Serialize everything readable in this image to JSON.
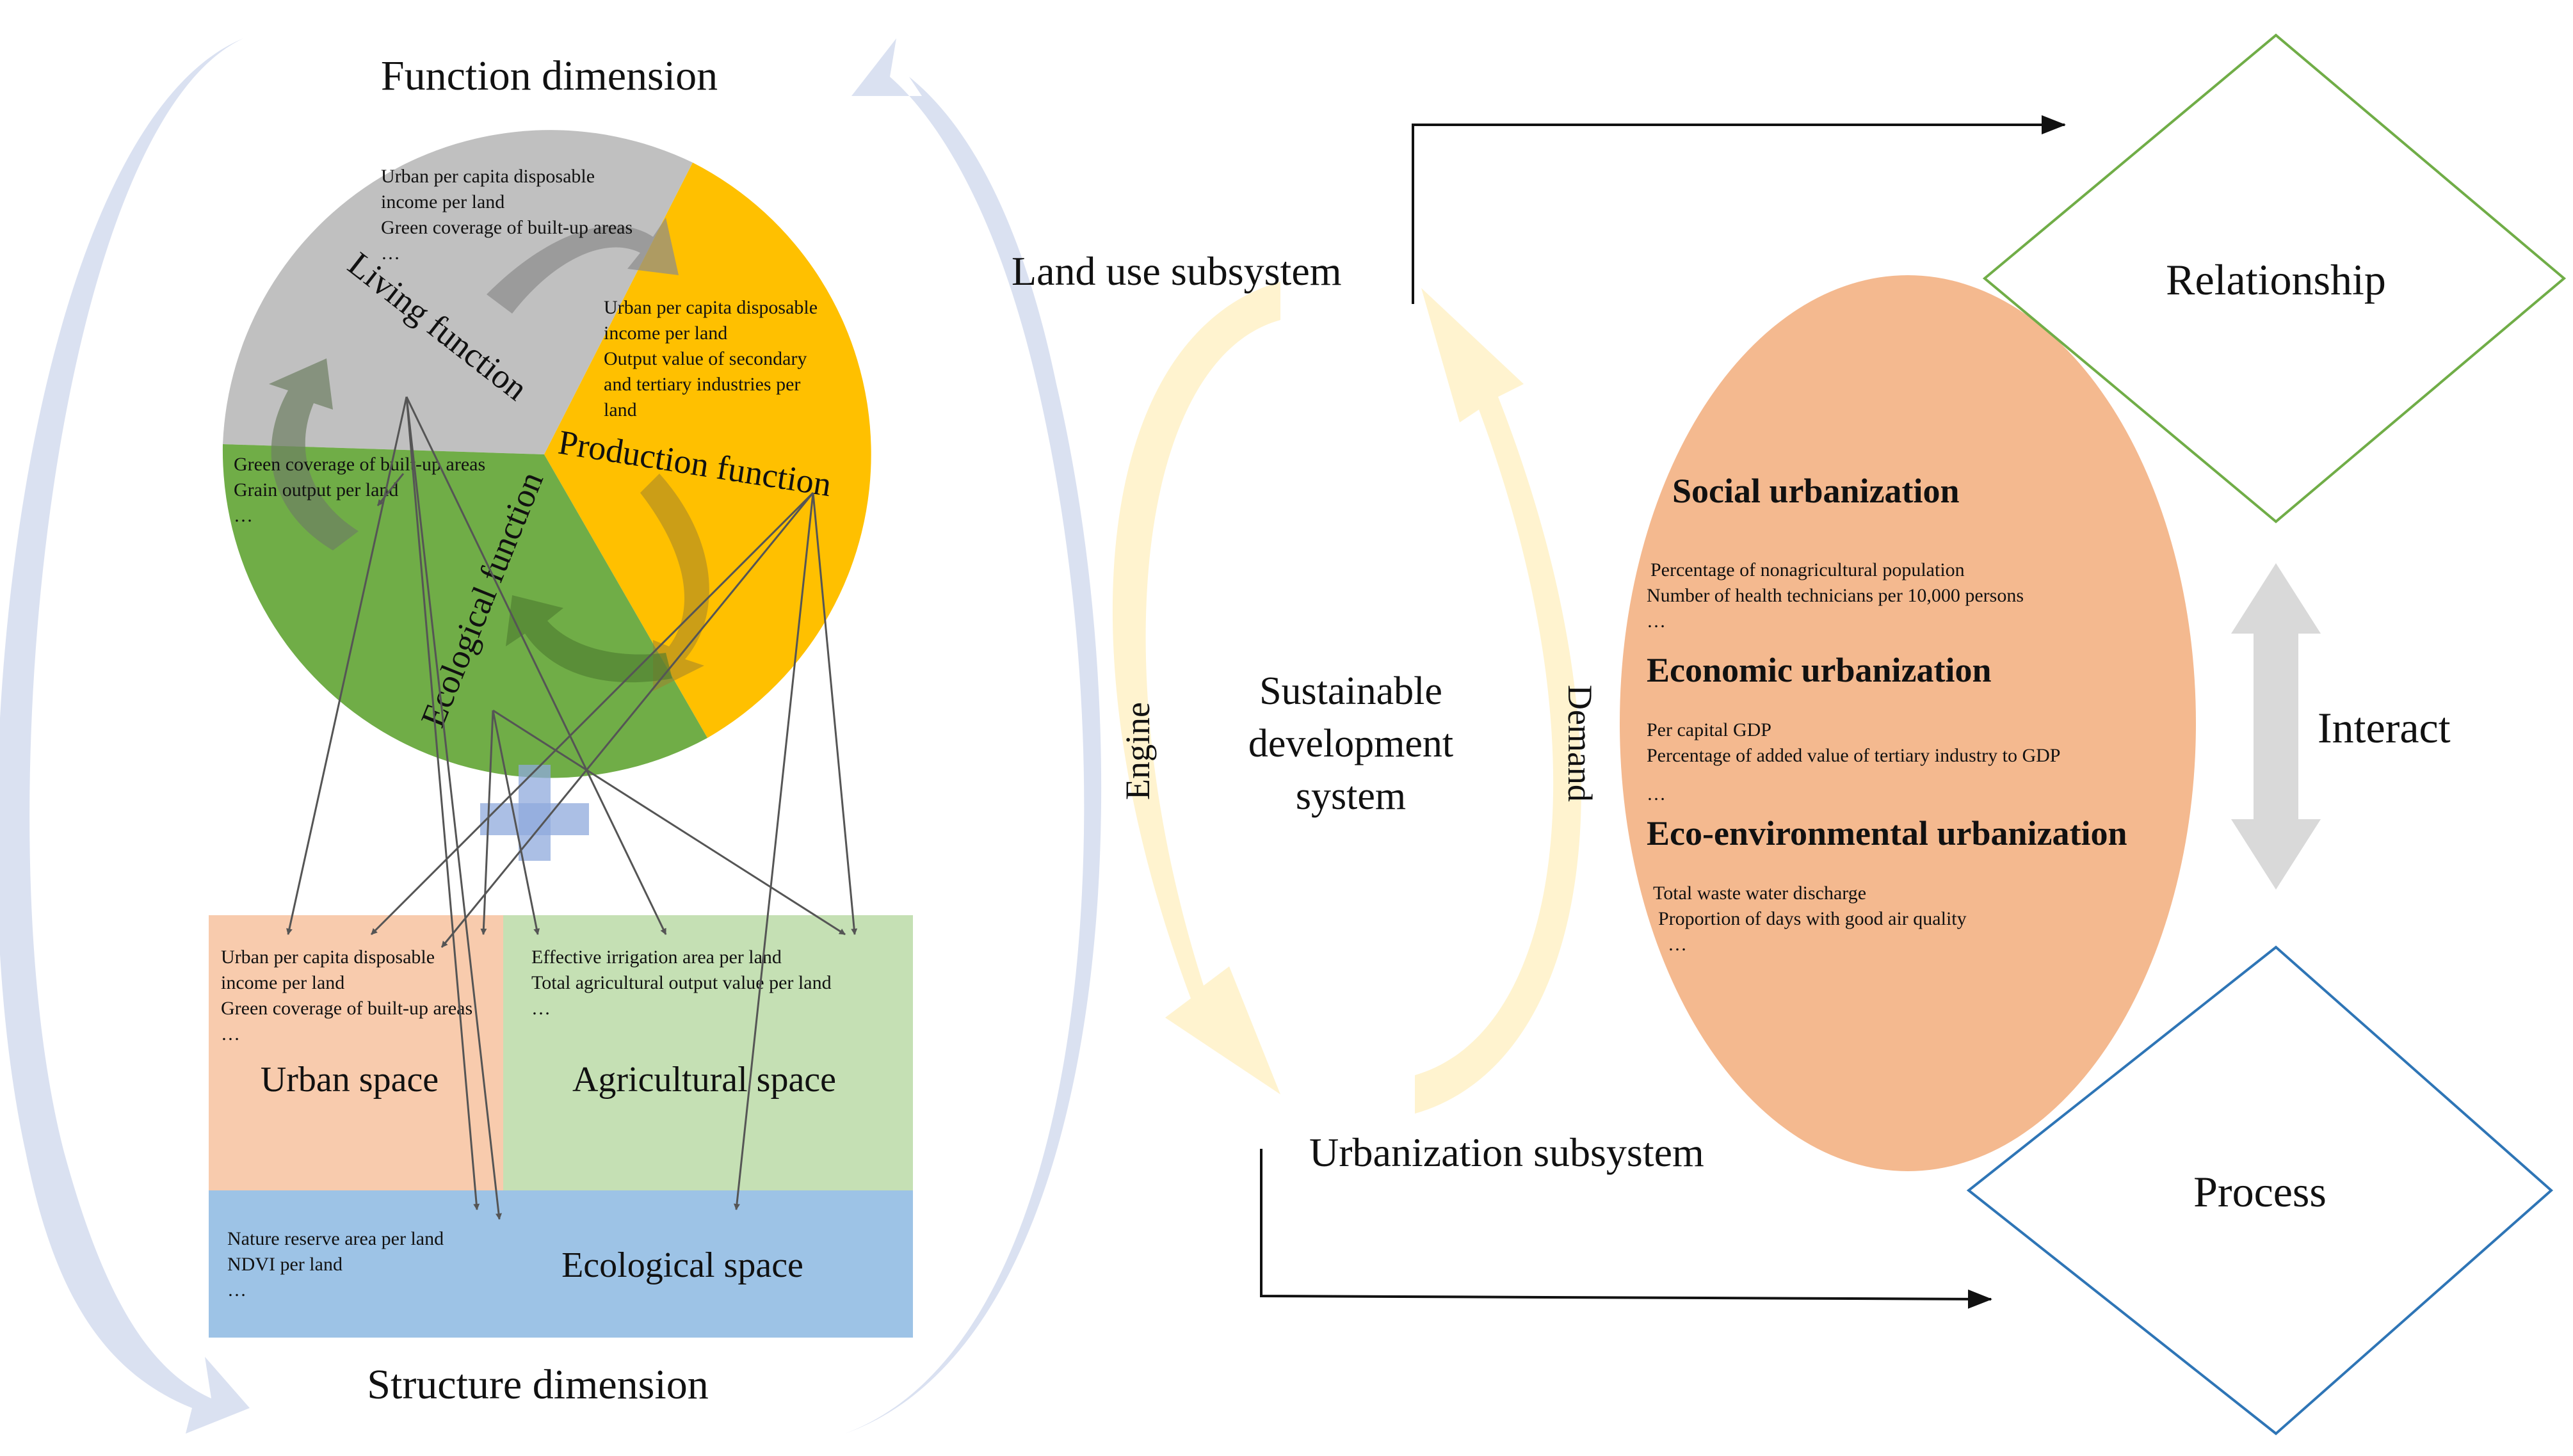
{
  "left": {
    "function_dimension": "Function dimension",
    "structure_dimension": "Structure dimension",
    "living_function": "Living function",
    "production_function": "Production function",
    "ecological_function": "Ecological function",
    "living_indicators": [
      "Urban per capita disposable",
      "income per land",
      "Green coverage of built-up areas",
      "…"
    ],
    "production_indicators": [
      "Urban per capita disposable",
      "income per land",
      "Output value of secondary",
      "and tertiary industries per",
      "land"
    ],
    "ecological_indicators": [
      "Green coverage of built-up areas",
      "Grain output per land",
      "…"
    ],
    "urban_space": {
      "label": "Urban space",
      "indicators": [
        "Urban per capita disposable",
        "income per land",
        "Green coverage of built-up areas",
        "…"
      ]
    },
    "agricultural_space": {
      "label": "Agricultural space",
      "indicators": [
        "Effective irrigation area per land",
        "Total agricultural output value per land",
        "…"
      ]
    },
    "ecological_space": {
      "label": "Ecological space",
      "indicators": [
        "Nature reserve area per land",
        "NDVI per land",
        "…"
      ]
    },
    "plus_symbol": "+"
  },
  "center": {
    "land_use_subsystem": "Land use subsystem",
    "urbanization_subsystem": "Urbanization subsystem",
    "core": [
      "Sustainable",
      "development",
      "system"
    ],
    "engine": "Engine",
    "demand": "Demand"
  },
  "ellipse": {
    "social": {
      "heading": "Social urbanization",
      "items": [
        "Percentage of nonagricultural population",
        "Number of health technicians per 10,000 persons",
        "…"
      ]
    },
    "economic": {
      "heading": "Economic urbanization",
      "items": [
        "Per capital GDP",
        "Percentage of added value of tertiary industry to GDP",
        "…"
      ]
    },
    "eco_environmental": {
      "heading": "Eco-environmental urbanization",
      "items": [
        "Total waste water discharge",
        "Proportion of days with good air quality",
        "…"
      ]
    }
  },
  "right": {
    "relationship": "Relationship",
    "process": "Process",
    "interact": "Interact"
  },
  "colors": {
    "gray_sector": "#c0c0c0",
    "orange_sector": "#ffc000",
    "green_sector": "#70ad47",
    "urban_space": "#f8cbad",
    "agricultural_space": "#c5e0b4",
    "ecological_space": "#9dc3e6",
    "ellipse": "#f4b98f",
    "relationship_border": "#70ad47",
    "process_border": "#2e75b6",
    "outer_arrows": "#d6deef",
    "cycle_arrows": "#fff2cc",
    "interact_arrow": "#d9d9d9"
  }
}
